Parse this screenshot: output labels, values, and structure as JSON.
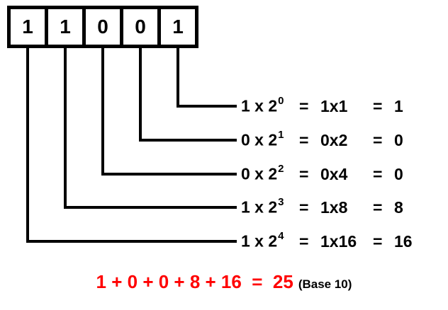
{
  "binary_digits": [
    "1",
    "1",
    "0",
    "0",
    "1"
  ],
  "labels": {
    "equals": "="
  },
  "equations": [
    {
      "lhs": "1 x 2",
      "exponent": "0",
      "expansion": "1x1",
      "result": "1"
    },
    {
      "lhs": "0 x 2",
      "exponent": "1",
      "expansion": "0x2",
      "result": "0"
    },
    {
      "lhs": "0 x 2",
      "exponent": "2",
      "expansion": "0x4",
      "result": "0"
    },
    {
      "lhs": "1 x 2",
      "exponent": "3",
      "expansion": "1x8",
      "result": "8"
    },
    {
      "lhs": "1 x 2",
      "exponent": "4",
      "expansion": "1x16",
      "result": "16"
    }
  ],
  "sum": {
    "expression": "1 + 0 + 0 + 8 + 16  =  25",
    "suffix": "(Base 10)"
  },
  "colors": {
    "line": "#000000",
    "sum": "#ff0000"
  }
}
